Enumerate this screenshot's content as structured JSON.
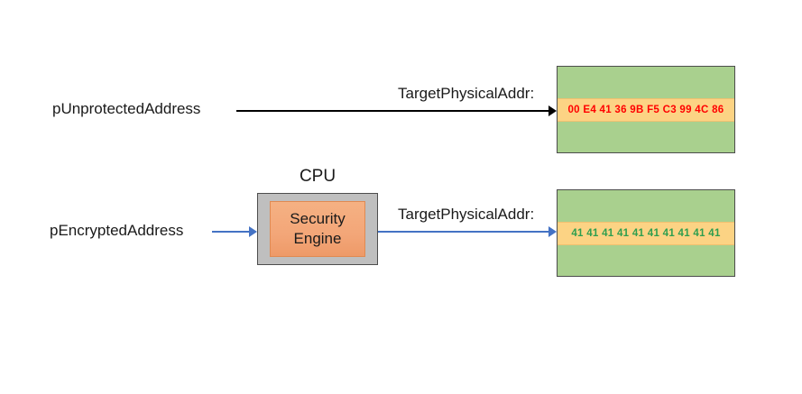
{
  "diagram": {
    "title_cpu": "CPU",
    "labels": {
      "unprotected_address": "pUnprotectedAddress",
      "encrypted_address": "pEncryptedAddress",
      "target_physical_addr_top": "TargetPhysicalAddr:",
      "target_physical_addr_bottom": "TargetPhysicalAddr:"
    },
    "cpu": {
      "outer_label": "CPU",
      "engine_line1": "Security",
      "engine_line2": "Engine"
    },
    "memory_top": {
      "hex_values": "00 E4 41 36 9B F5 C3 99 4C 86",
      "band_color": "#FCD384",
      "box_color": "#A9D08E",
      "text_color": "#FF0000"
    },
    "memory_bottom": {
      "hex_values": "41 41 41 41 41 41 41 41 41 41",
      "band_color": "#FCD384",
      "box_color": "#A9D08E",
      "text_color": "#2E9E4F"
    },
    "arrows": {
      "unprotected_arrow_color": "#000000",
      "encrypted_arrow_color": "#4472C4",
      "cpu_out_arrow_color": "#4472C4"
    },
    "colors": {
      "memory_green": "#A9D08E",
      "band_orange": "#FCD384",
      "cpu_gray": "#BFBFBF",
      "engine_salmon": "#F3A678",
      "accent_blue": "#4472C4"
    }
  }
}
